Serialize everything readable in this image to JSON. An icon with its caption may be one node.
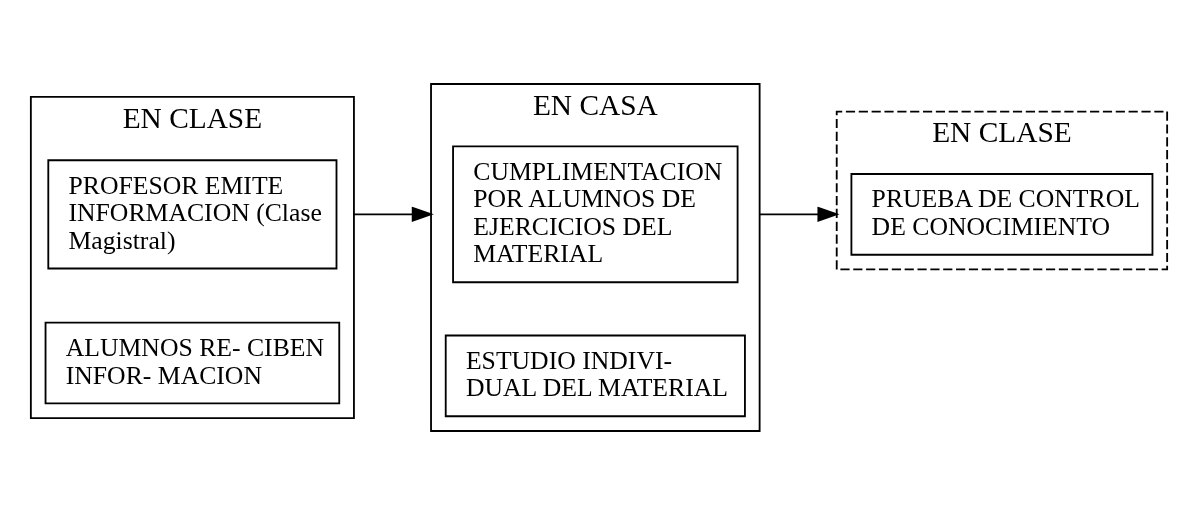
{
  "diagram": {
    "nodes": [
      {
        "text": [
          "EN CLASE"
        ]
      },
      {
        "text": [
          "PROFESOR EMITE INFORMACION (Clase Magistral)"
        ],
        "in": 0
      },
      {
        "text": [
          "ALUMNOS RE- CIBEN INFOR- MACION"
        ],
        "in": 0
      },
      {
        "text": [
          "EN CASA"
        ]
      },
      {
        "text": [
          "CUMPLIMENTACION POR ALUMNOS DE EJERCICIOS DEL MATERIAL"
        ],
        "in": 3
      },
      {
        "text": [
          "ESTUDIO INDIVI- DUAL DEL MATERIAL"
        ],
        "in": 3
      },
      {
        "text": [
          "EN CLASE"
        ]
      },
      {
        "text": [
          "PRUEBA DE CONTROL DE CONOCIMIENTO"
        ],
        "in": 6
      }
    ],
    "edges": [
      {
        "from": 0,
        "to": 3,
        "arrow": "to"
      },
      {
        "from": 3,
        "to": 6,
        "arrow": "to"
      }
    ]
  }
}
